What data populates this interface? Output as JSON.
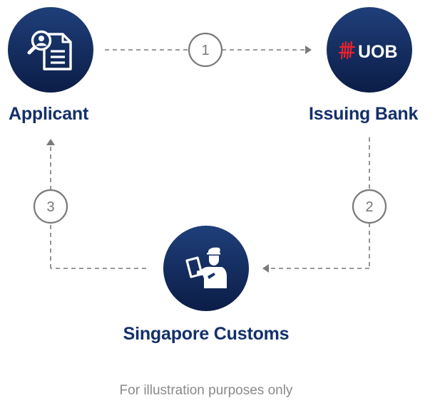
{
  "nodes": {
    "applicant": {
      "label": "Applicant",
      "icon": "document-search-icon"
    },
    "issuing_bank": {
      "label": "Issuing Bank",
      "logo_text": "UOB",
      "icon": "uob-logo"
    },
    "customs": {
      "label": "Singapore Customs",
      "icon": "customs-officer-icon"
    }
  },
  "steps": [
    {
      "number": "1",
      "from": "Applicant",
      "to": "Issuing Bank"
    },
    {
      "number": "2",
      "from": "Issuing Bank",
      "to": "Singapore Customs"
    },
    {
      "number": "3",
      "from": "Singapore Customs",
      "to": "Applicant"
    }
  ],
  "footnote": "For illustration purposes only",
  "colors": {
    "node_fill_top": "#1f3f7a",
    "node_fill_bottom": "#0b1d47",
    "label": "#13306a",
    "connector": "#7a7a7a",
    "uob_red": "#e8222c",
    "footnote": "#8a8a8a"
  }
}
